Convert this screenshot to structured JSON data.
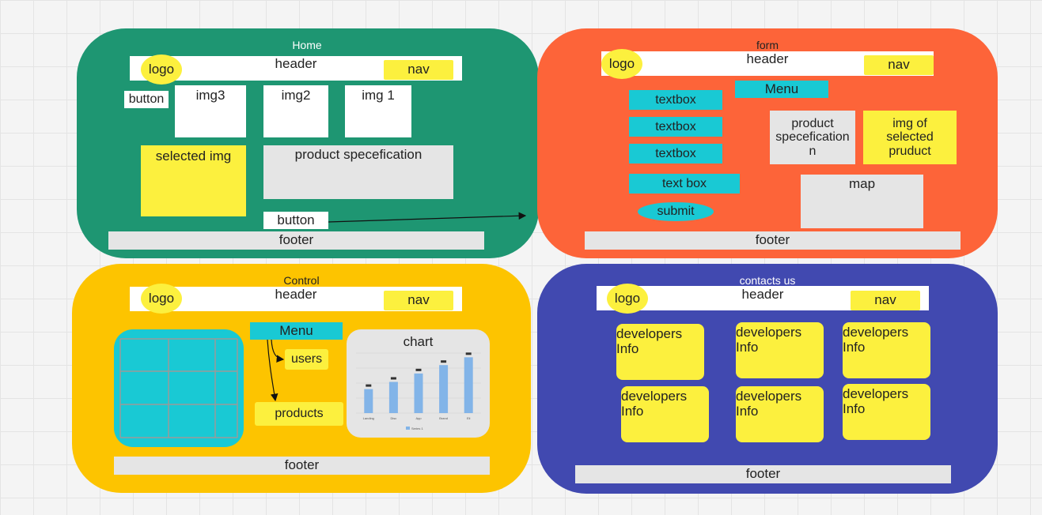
{
  "panels": {
    "home": {
      "title": "Home",
      "header": "header",
      "logo": "logo",
      "nav": "nav",
      "button_left": "button",
      "img3": "img3",
      "img2": "img2",
      "img1": "img 1",
      "selected_img": "selected img",
      "product_spec": "product specefication",
      "button_bottom": "button",
      "footer": "footer",
      "color": "#1e9672"
    },
    "form": {
      "title": "form",
      "header": "header",
      "logo": "logo",
      "nav": "nav",
      "menu": "Menu",
      "textbox1": "textbox",
      "textbox2": "textbox",
      "textbox3": "textbox",
      "textbox4": "text box",
      "submit": "submit",
      "product_spec_l1": "product",
      "product_spec_l2": "specefication",
      "product_spec_l3": "n",
      "img_selected_l1": "img of",
      "img_selected_l2": "selected",
      "img_selected_l3": "pruduct",
      "map": "map",
      "footer": "footer",
      "color": "#fd6439"
    },
    "control": {
      "title": "Control",
      "header": "header",
      "logo": "logo",
      "nav": "nav",
      "menu": "Menu",
      "users": "users",
      "products": "products",
      "chart_label": "chart",
      "footer": "footer",
      "color": "#fdc400"
    },
    "contacts": {
      "title": "contacts us",
      "header": "header",
      "logo": "logo",
      "nav": "nav",
      "dev_l1": "developers",
      "dev_l2": "Info",
      "footer": "footer",
      "color": "#4149b0"
    }
  },
  "chart_data": {
    "type": "bar",
    "categories": [
      "Landing",
      "Disc",
      "App",
      "Brand",
      "Eli"
    ],
    "values": [
      40,
      52,
      66,
      80,
      93
    ],
    "series_name": "Series 1",
    "bar_color": "#82b4e8"
  }
}
